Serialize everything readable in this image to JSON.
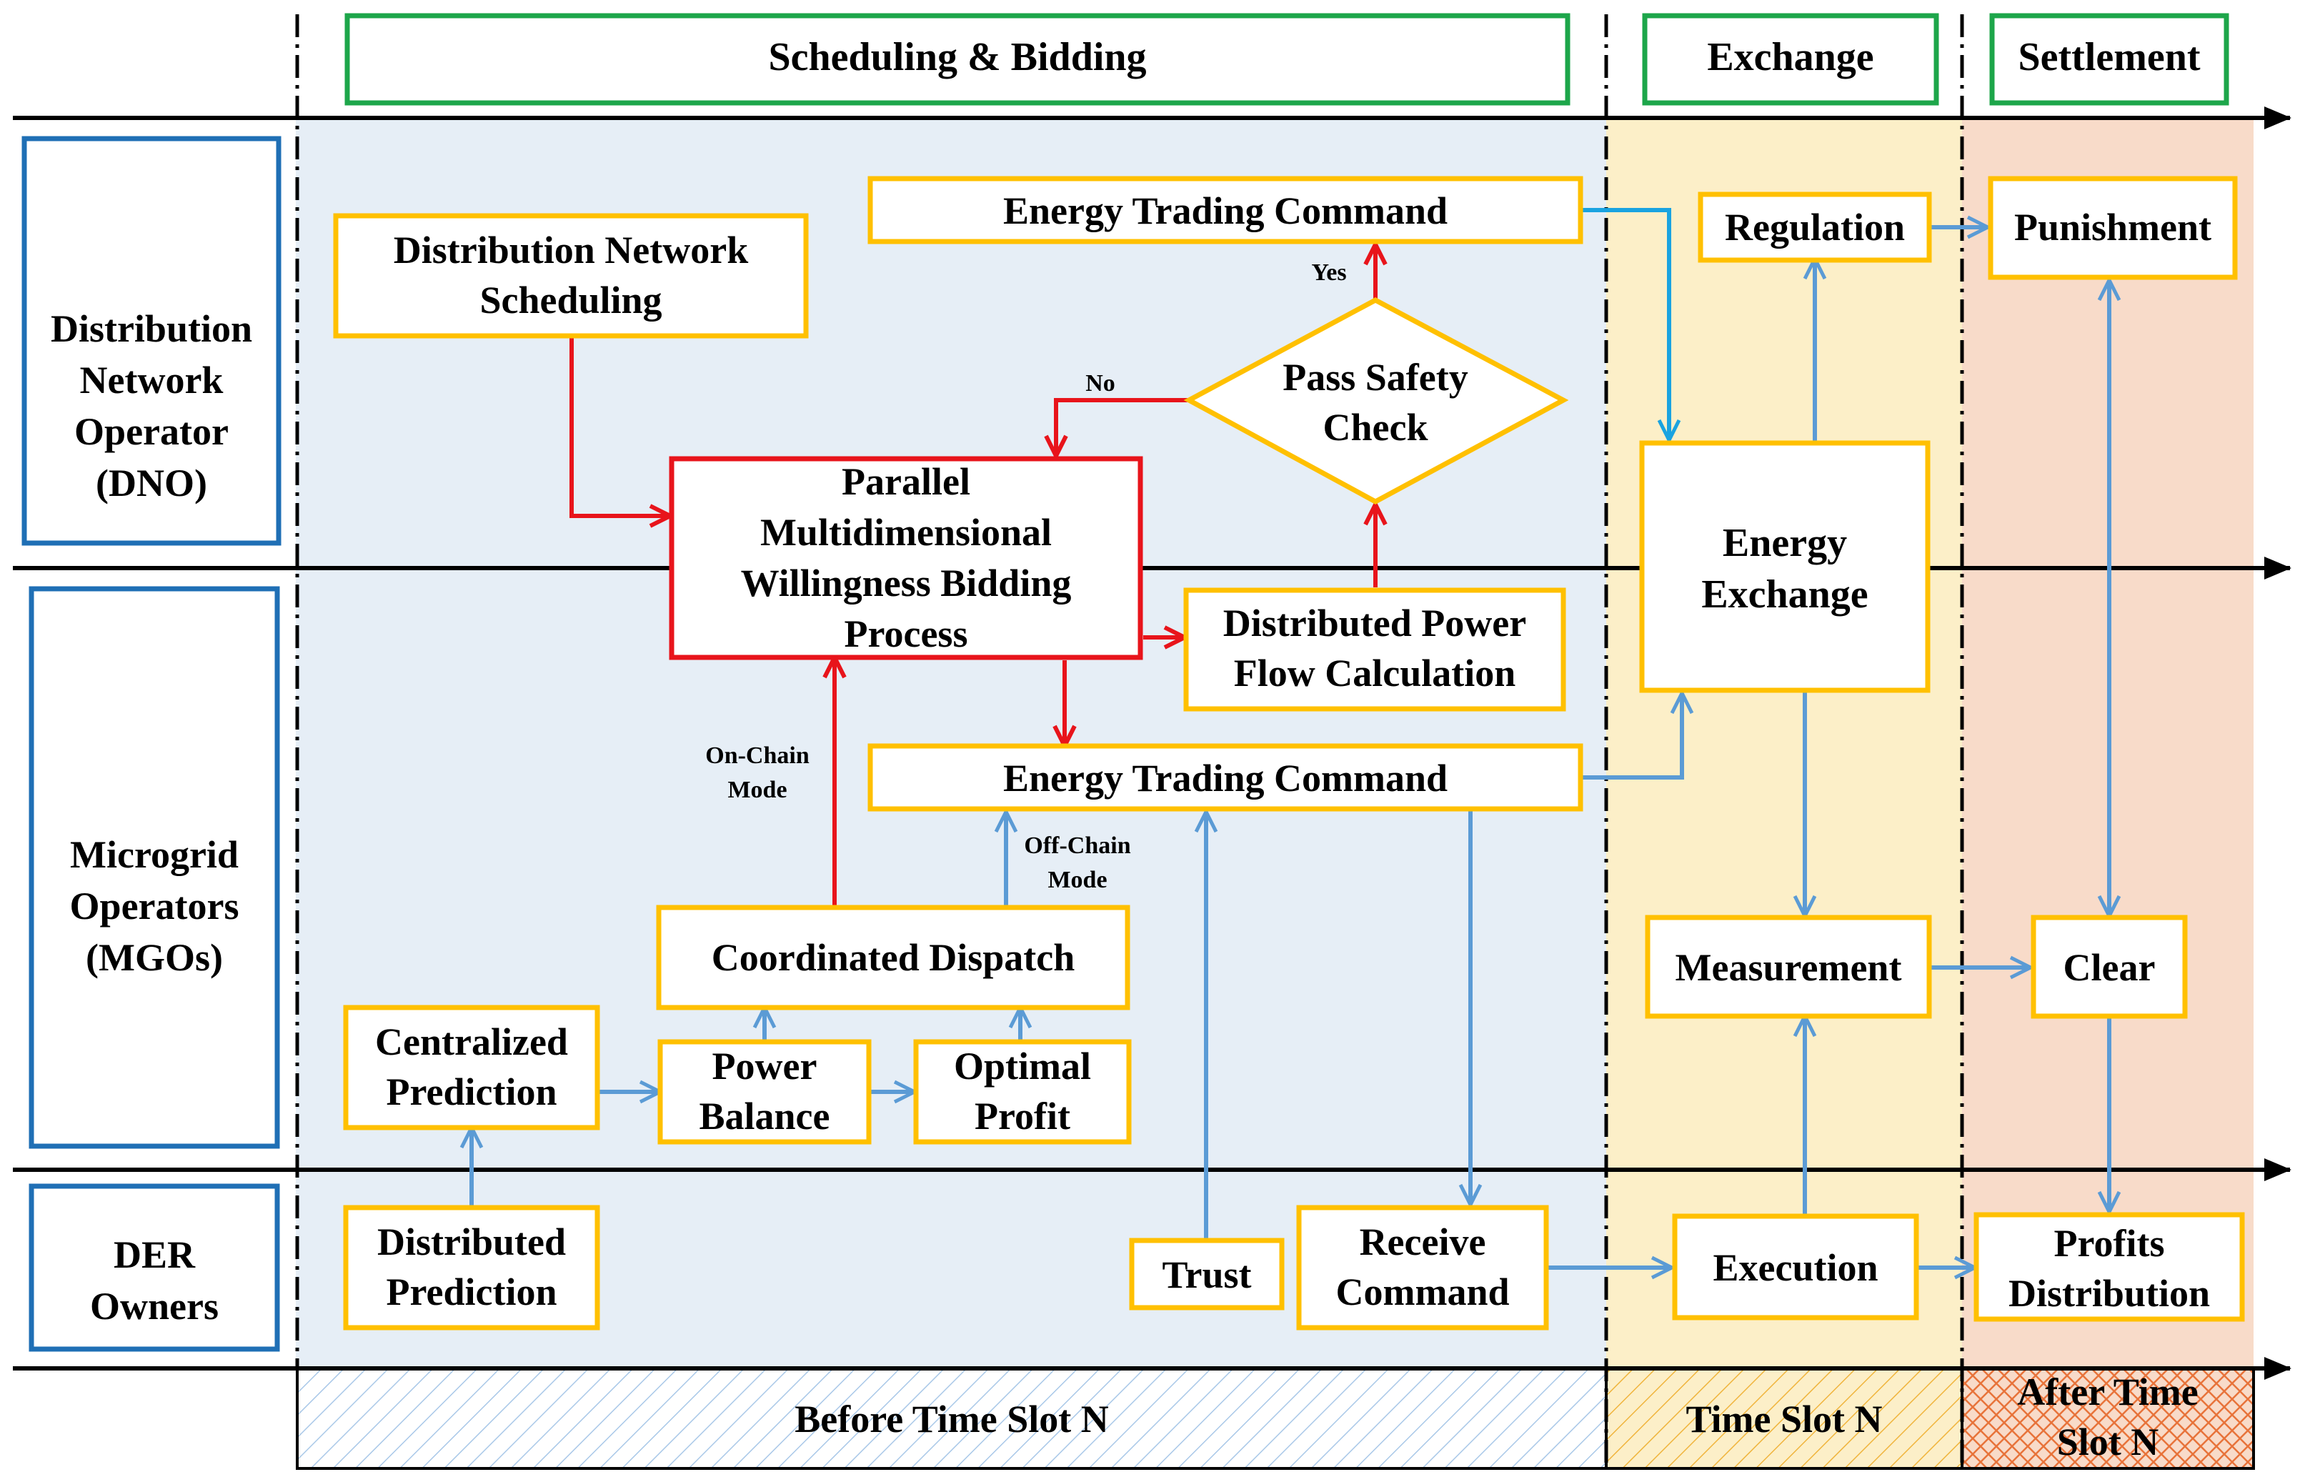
{
  "phases": {
    "scheduling": "Scheduling & Bidding",
    "exchange": "Exchange",
    "settlement": "Settlement"
  },
  "roles": {
    "dno": [
      "Distribution",
      "Network",
      "Operator",
      "(DNO)"
    ],
    "mgo": [
      "Microgrid",
      "Operators",
      "(MGOs)"
    ],
    "der": [
      "DER",
      "Owners"
    ]
  },
  "nodes": {
    "dist_net_sched": [
      "Distribution Network",
      "Scheduling"
    ],
    "energy_cmd_top": [
      "Energy Trading Command"
    ],
    "pass_safety": [
      "Pass Safety",
      "Check"
    ],
    "parallel_bidding": [
      "Parallel",
      "Multidimensional",
      "Willingness Bidding",
      "Process"
    ],
    "dist_power_flow": [
      "Distributed Power",
      "Flow Calculation"
    ],
    "energy_cmd_mid": [
      "Energy Trading Command"
    ],
    "coord_dispatch": [
      "Coordinated Dispatch"
    ],
    "central_pred": [
      "Centralized",
      "Prediction"
    ],
    "power_balance": [
      "Power",
      "Balance"
    ],
    "optimal_profit": [
      "Optimal",
      "Profit"
    ],
    "dist_pred": [
      "Distributed",
      "Prediction"
    ],
    "trust": [
      "Trust"
    ],
    "receive_cmd": [
      "Receive",
      "Command"
    ],
    "regulation": [
      "Regulation"
    ],
    "energy_exchange": [
      "Energy",
      "Exchange"
    ],
    "measurement": [
      "Measurement"
    ],
    "execution": [
      "Execution"
    ],
    "punishment": [
      "Punishment"
    ],
    "clear": [
      "Clear"
    ],
    "profits_dist": [
      "Profits",
      "Distribution"
    ]
  },
  "edge_labels": {
    "yes": "Yes",
    "no": "No",
    "on_chain": [
      "On-Chain",
      "Mode"
    ],
    "off_chain": [
      "Off-Chain",
      "Mode"
    ]
  },
  "timeline": {
    "before": "Before Time Slot N",
    "during": "Time Slot N",
    "after": [
      "After Time",
      "Slot N"
    ]
  },
  "colors": {
    "node_border": "#FFC000",
    "role_border": "#1F6FB5",
    "phase_border": "#1DA64A",
    "bid_border": "#E8141B",
    "blue_arrow": "#5B9BD5",
    "cyan_arrow": "#1AA3E0",
    "red_arrow": "#E8141B",
    "bg_schedule": "#E6EEF6",
    "bg_exchange": "#FCEFC8",
    "bg_settlement": "#F8DBC9"
  }
}
